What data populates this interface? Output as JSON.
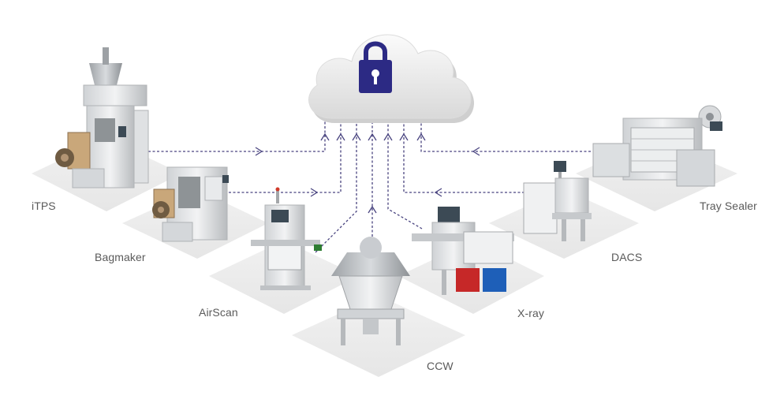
{
  "labels": {
    "itps": "iTPS",
    "bagmaker": "Bagmaker",
    "airscan": "AirScan",
    "ccw": "CCW",
    "xray": "X-ray",
    "dacs": "DACS",
    "tray_sealer": "Tray Sealer"
  },
  "icons": {
    "cloud": "cloud-icon",
    "lock": "padlock-icon"
  },
  "colors": {
    "connector": "#4a4580",
    "lock": "#2c2a84",
    "label": "#5a5a5a"
  }
}
